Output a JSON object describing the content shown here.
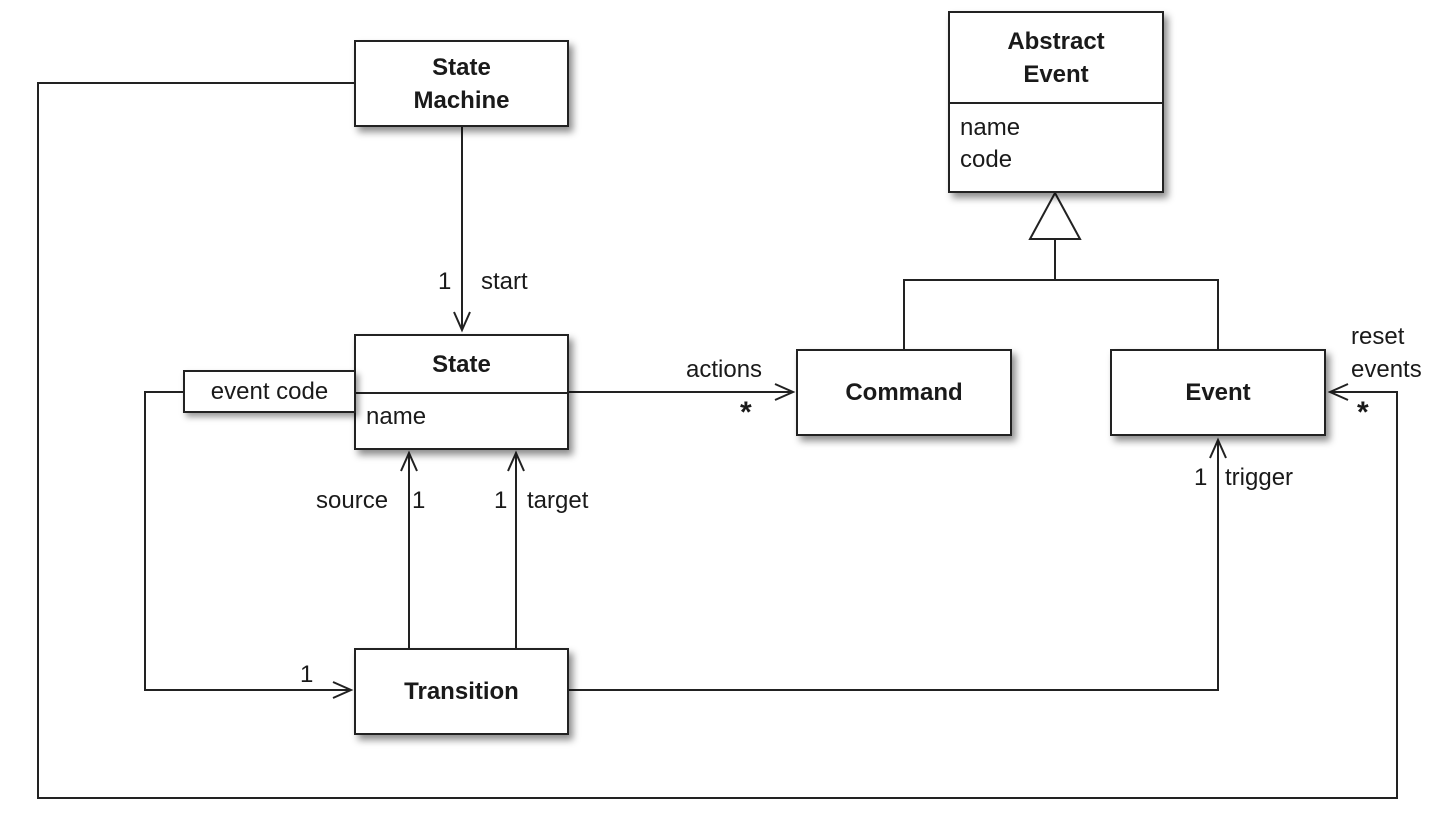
{
  "classes": {
    "state_machine": {
      "title_lines": [
        "State",
        "Machine"
      ]
    },
    "abstract_event": {
      "title_lines": [
        "Abstract",
        "Event"
      ],
      "attributes": [
        "name",
        "code"
      ]
    },
    "state": {
      "title": "State",
      "attributes": [
        "name"
      ],
      "qualifier": "event code"
    },
    "command": {
      "title": "Command"
    },
    "event": {
      "title": "Event"
    },
    "transition": {
      "title": "Transition"
    }
  },
  "associations": {
    "start": {
      "multiplicity": "1",
      "role": "start"
    },
    "source": {
      "multiplicity": "1",
      "role": "source"
    },
    "target": {
      "multiplicity": "1",
      "role": "target"
    },
    "actions": {
      "multiplicity": "*",
      "role": "actions"
    },
    "trigger": {
      "multiplicity": "1",
      "role": "trigger"
    },
    "reset_events": {
      "multiplicity": "*",
      "role_lines": [
        "reset",
        "events"
      ]
    },
    "event_code": {
      "multiplicity": "1"
    }
  }
}
